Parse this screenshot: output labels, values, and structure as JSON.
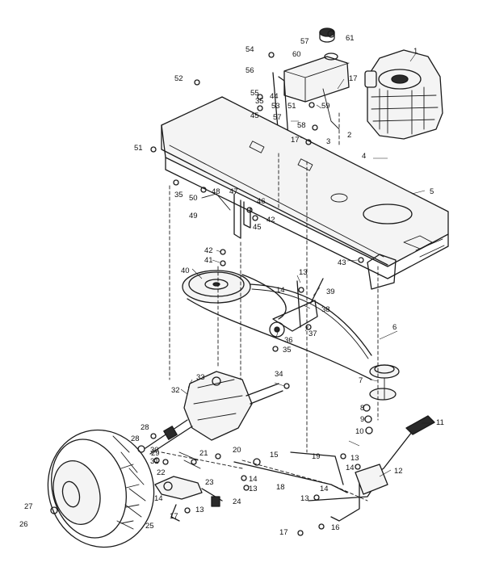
{
  "callouts": [
    {
      "id": "c1",
      "text": "1"
    },
    {
      "id": "c2",
      "text": "2"
    },
    {
      "id": "c3",
      "text": "3"
    },
    {
      "id": "c4",
      "text": "4"
    },
    {
      "id": "c5",
      "text": "5"
    },
    {
      "id": "c6",
      "text": "6"
    },
    {
      "id": "c7",
      "text": "7"
    },
    {
      "id": "c8",
      "text": "8"
    },
    {
      "id": "c9",
      "text": "9"
    },
    {
      "id": "c10",
      "text": "10"
    },
    {
      "id": "c11",
      "text": "11"
    },
    {
      "id": "c12",
      "text": "12"
    },
    {
      "id": "c13a",
      "text": "13"
    },
    {
      "id": "c13b",
      "text": "13"
    },
    {
      "id": "c13c",
      "text": "13"
    },
    {
      "id": "c13d",
      "text": "13"
    },
    {
      "id": "c13e",
      "text": "13"
    },
    {
      "id": "c14a",
      "text": "14"
    },
    {
      "id": "c14b",
      "text": "14"
    },
    {
      "id": "c14c",
      "text": "14"
    },
    {
      "id": "c14d",
      "text": "14"
    },
    {
      "id": "c14e",
      "text": "14"
    },
    {
      "id": "c15",
      "text": "15"
    },
    {
      "id": "c16",
      "text": "16"
    },
    {
      "id": "c17a",
      "text": "17"
    },
    {
      "id": "c17b",
      "text": "17"
    },
    {
      "id": "c17c",
      "text": "17"
    },
    {
      "id": "c17d",
      "text": "17"
    },
    {
      "id": "c18",
      "text": "18"
    },
    {
      "id": "c19",
      "text": "19"
    },
    {
      "id": "c20",
      "text": "20"
    },
    {
      "id": "c21",
      "text": "21"
    },
    {
      "id": "c22",
      "text": "22"
    },
    {
      "id": "c23",
      "text": "23"
    },
    {
      "id": "c24",
      "text": "24"
    },
    {
      "id": "c25",
      "text": "25"
    },
    {
      "id": "c26",
      "text": "26"
    },
    {
      "id": "c27",
      "text": "27"
    },
    {
      "id": "c28a",
      "text": "28"
    },
    {
      "id": "c28b",
      "text": "28"
    },
    {
      "id": "c29",
      "text": "29"
    },
    {
      "id": "c30",
      "text": "30"
    },
    {
      "id": "c31",
      "text": "31"
    },
    {
      "id": "c32",
      "text": "32"
    },
    {
      "id": "c33",
      "text": "33"
    },
    {
      "id": "c34",
      "text": "34"
    },
    {
      "id": "c35a",
      "text": "35"
    },
    {
      "id": "c35b",
      "text": "35"
    },
    {
      "id": "c35c",
      "text": "35"
    },
    {
      "id": "c36",
      "text": "36"
    },
    {
      "id": "c37",
      "text": "37"
    },
    {
      "id": "c38",
      "text": "38"
    },
    {
      "id": "c39",
      "text": "39"
    },
    {
      "id": "c40",
      "text": "40"
    },
    {
      "id": "c41",
      "text": "41"
    },
    {
      "id": "c42a",
      "text": "42"
    },
    {
      "id": "c42b",
      "text": "42"
    },
    {
      "id": "c43",
      "text": "43"
    },
    {
      "id": "c44",
      "text": "44"
    },
    {
      "id": "c45a",
      "text": "45"
    },
    {
      "id": "c45b",
      "text": "45"
    },
    {
      "id": "c46",
      "text": "46"
    },
    {
      "id": "c47",
      "text": "47"
    },
    {
      "id": "c48",
      "text": "48"
    },
    {
      "id": "c49",
      "text": "49"
    },
    {
      "id": "c50",
      "text": "50"
    },
    {
      "id": "c51a",
      "text": "51"
    },
    {
      "id": "c51b",
      "text": "51"
    },
    {
      "id": "c52",
      "text": "52"
    },
    {
      "id": "c53",
      "text": "53"
    },
    {
      "id": "c54",
      "text": "54"
    },
    {
      "id": "c55",
      "text": "55"
    },
    {
      "id": "c56",
      "text": "56"
    },
    {
      "id": "c57a",
      "text": "57"
    },
    {
      "id": "c57b",
      "text": "57"
    },
    {
      "id": "c58",
      "text": "58"
    },
    {
      "id": "c59",
      "text": "59"
    },
    {
      "id": "c60",
      "text": "60"
    },
    {
      "id": "c61",
      "text": "61"
    }
  ]
}
